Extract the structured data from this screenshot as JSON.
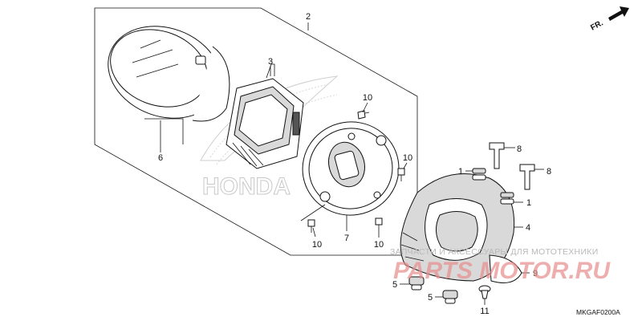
{
  "diagram": {
    "code": "MKGAF0200A",
    "direction_label": "FR.",
    "watermark_text": "ЗАПЧАСТИ И АКСЕССУАРЫ ДЛЯ МОТОТЕХНИКИ",
    "watermark_logo": "PARTS MOTOR.RU",
    "background_brand": "HONDA",
    "callouts": {
      "c1a": "1",
      "c1b": "1",
      "c2": "2",
      "c3": "3",
      "c4": "4",
      "c5a": "5",
      "c5b": "5",
      "c6": "6",
      "c7": "7",
      "c8a": "8",
      "c8b": "8",
      "c9": "9",
      "c10a": "10",
      "c10b": "10",
      "c10c": "10",
      "c10d": "10",
      "c11": "11"
    }
  }
}
